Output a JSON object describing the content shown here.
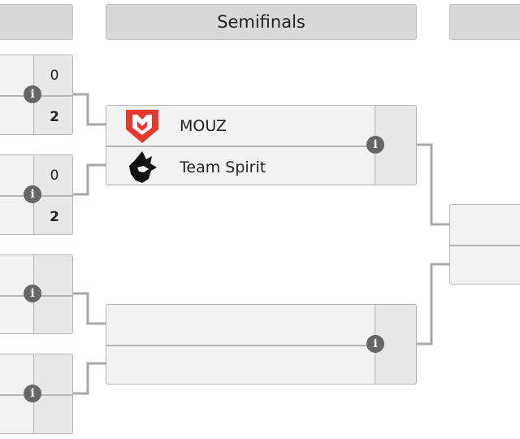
{
  "rounds": [
    {
      "label": ""
    },
    {
      "label": "Semifinals"
    },
    {
      "label": ""
    }
  ],
  "quarterfinals": [
    {
      "scores": [
        "0",
        "2"
      ],
      "winner": 1
    },
    {
      "scores": [
        "0",
        "2"
      ],
      "winner": 1
    },
    {
      "scores": [
        "",
        ""
      ]
    },
    {
      "scores": [
        "",
        ""
      ]
    }
  ],
  "semifinals": [
    {
      "teams": [
        {
          "name": "MOUZ",
          "logo": "mouz-logo"
        },
        {
          "name": "Team Spirit",
          "logo": "team-spirit-logo"
        }
      ],
      "scores": [
        "",
        ""
      ]
    },
    {
      "teams": [
        {
          "name": ""
        },
        {
          "name": ""
        }
      ],
      "scores": [
        "",
        ""
      ]
    }
  ],
  "final": {
    "teams": [
      {
        "name": ""
      },
      {
        "name": ""
      }
    ]
  },
  "icons": {
    "info": "info-icon"
  },
  "colors": {
    "mouz": "#e8382c",
    "connector": "#a8a8a8",
    "header": "#d9d9d9"
  }
}
